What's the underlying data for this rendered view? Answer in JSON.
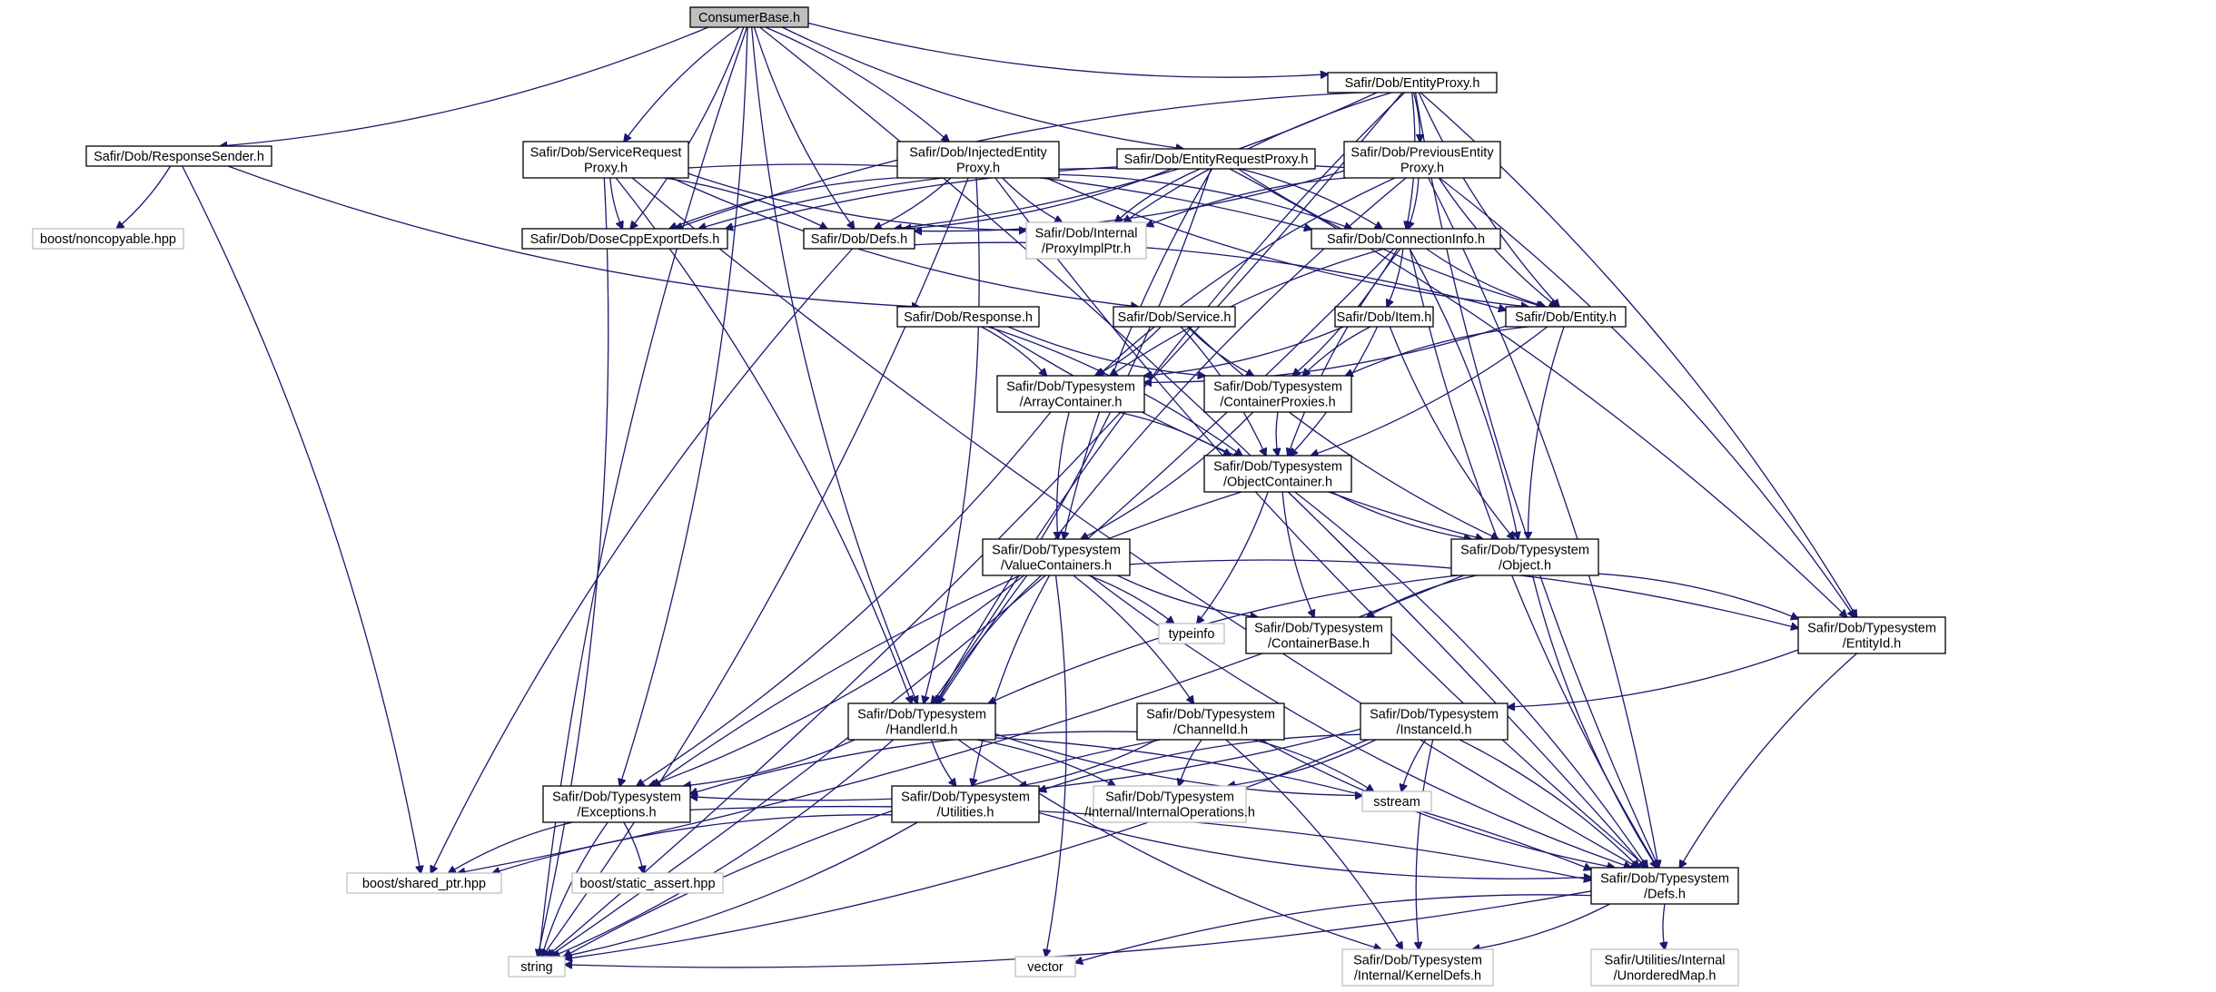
{
  "diagram": {
    "edge_color": "#191970",
    "root_fill": "#bfbfbf",
    "external_border": "#bfbfbf",
    "nodes": {
      "consumerbase": {
        "lines": [
          "ConsumerBase.h"
        ],
        "kind": "root"
      },
      "entityproxy": {
        "lines": [
          "Safir/Dob/EntityProxy.h"
        ],
        "kind": "doc"
      },
      "responsesender": {
        "lines": [
          "Safir/Dob/ResponseSender.h"
        ],
        "kind": "doc"
      },
      "servicerequestproxy": {
        "lines": [
          "Safir/Dob/ServiceRequest",
          "Proxy.h"
        ],
        "kind": "doc"
      },
      "injectedentityproxy": {
        "lines": [
          "Safir/Dob/InjectedEntity",
          "Proxy.h"
        ],
        "kind": "doc"
      },
      "entityrequestproxy": {
        "lines": [
          "Safir/Dob/EntityRequestProxy.h"
        ],
        "kind": "doc"
      },
      "previousentityproxy": {
        "lines": [
          "Safir/Dob/PreviousEntity",
          "Proxy.h"
        ],
        "kind": "doc"
      },
      "noncopyable": {
        "lines": [
          "boost/noncopyable.hpp"
        ],
        "kind": "ext"
      },
      "dosecppexportdefs": {
        "lines": [
          "Safir/Dob/DoseCppExportDefs.h"
        ],
        "kind": "doc"
      },
      "dobdefs": {
        "lines": [
          "Safir/Dob/Defs.h"
        ],
        "kind": "doc"
      },
      "proxyimplptr": {
        "lines": [
          "Safir/Dob/Internal",
          "/ProxyImplPtr.h"
        ],
        "kind": "ext"
      },
      "connectioninfo": {
        "lines": [
          "Safir/Dob/ConnectionInfo.h"
        ],
        "kind": "doc"
      },
      "response": {
        "lines": [
          "Safir/Dob/Response.h"
        ],
        "kind": "doc"
      },
      "service": {
        "lines": [
          "Safir/Dob/Service.h"
        ],
        "kind": "doc"
      },
      "item": {
        "lines": [
          "Safir/Dob/Item.h"
        ],
        "kind": "doc"
      },
      "entity": {
        "lines": [
          "Safir/Dob/Entity.h"
        ],
        "kind": "doc"
      },
      "arraycontainer": {
        "lines": [
          "Safir/Dob/Typesystem",
          "/ArrayContainer.h"
        ],
        "kind": "doc"
      },
      "containerproxies": {
        "lines": [
          "Safir/Dob/Typesystem",
          "/ContainerProxies.h"
        ],
        "kind": "doc"
      },
      "objectcontainer": {
        "lines": [
          "Safir/Dob/Typesystem",
          "/ObjectContainer.h"
        ],
        "kind": "doc"
      },
      "valuecontainers": {
        "lines": [
          "Safir/Dob/Typesystem",
          "/ValueContainers.h"
        ],
        "kind": "doc"
      },
      "object": {
        "lines": [
          "Safir/Dob/Typesystem",
          "/Object.h"
        ],
        "kind": "doc"
      },
      "typeinfo": {
        "lines": [
          "typeinfo"
        ],
        "kind": "ext"
      },
      "containerbase": {
        "lines": [
          "Safir/Dob/Typesystem",
          "/ContainerBase.h"
        ],
        "kind": "doc"
      },
      "entityid": {
        "lines": [
          "Safir/Dob/Typesystem",
          "/EntityId.h"
        ],
        "kind": "doc"
      },
      "handlerid": {
        "lines": [
          "Safir/Dob/Typesystem",
          "/HandlerId.h"
        ],
        "kind": "doc"
      },
      "channelid": {
        "lines": [
          "Safir/Dob/Typesystem",
          "/ChannelId.h"
        ],
        "kind": "doc"
      },
      "instanceid": {
        "lines": [
          "Safir/Dob/Typesystem",
          "/InstanceId.h"
        ],
        "kind": "doc"
      },
      "exceptions": {
        "lines": [
          "Safir/Dob/Typesystem",
          "/Exceptions.h"
        ],
        "kind": "doc"
      },
      "utilities": {
        "lines": [
          "Safir/Dob/Typesystem",
          "/Utilities.h"
        ],
        "kind": "doc"
      },
      "internaloperations": {
        "lines": [
          "Safir/Dob/Typesystem",
          "/Internal/InternalOperations.h"
        ],
        "kind": "ext"
      },
      "sstream": {
        "lines": [
          "sstream"
        ],
        "kind": "ext"
      },
      "sharedptr": {
        "lines": [
          "boost/shared_ptr.hpp"
        ],
        "kind": "ext"
      },
      "staticassert": {
        "lines": [
          "boost/static_assert.hpp"
        ],
        "kind": "ext"
      },
      "tsdefs": {
        "lines": [
          "Safir/Dob/Typesystem",
          "/Defs.h"
        ],
        "kind": "doc"
      },
      "string": {
        "lines": [
          "string"
        ],
        "kind": "ext"
      },
      "vector": {
        "lines": [
          "vector"
        ],
        "kind": "ext"
      },
      "kerneldefs": {
        "lines": [
          "Safir/Dob/Typesystem",
          "/Internal/KernelDefs.h"
        ],
        "kind": "ext"
      },
      "unorderedmap": {
        "lines": [
          "Safir/Utilities/Internal",
          "/UnorderedMap.h"
        ],
        "kind": "ext"
      }
    }
  }
}
